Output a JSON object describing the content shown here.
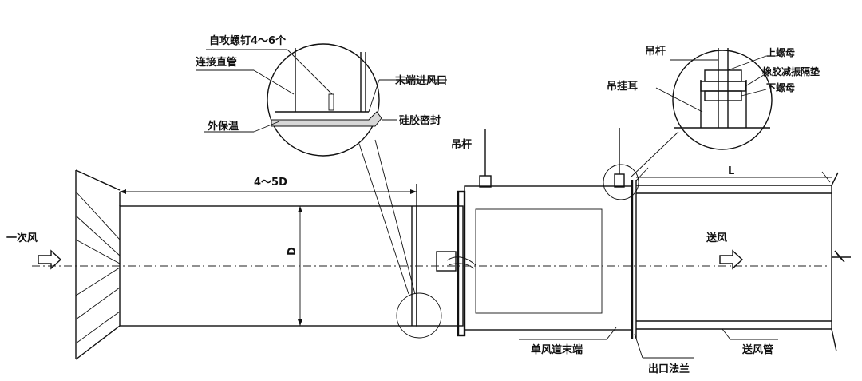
{
  "labels": {
    "screw": "自攻螺钉4～6个",
    "connect_pipe": "连接直管",
    "terminal_inlet": "末端进风口",
    "silicone_seal": "硅胶密封",
    "insulation": "外保温",
    "rod_left": "吊杆",
    "length": "4～5D",
    "diameter": "D",
    "primary_air": "一次风",
    "rod_right": "吊杆",
    "upper_nut": "上螺母",
    "rubber_pad": "橡胶减振隔垫",
    "hanger_lug": "吊挂耳",
    "lower_nut": "下螺母",
    "length_l": "L",
    "supply_air": "送风",
    "terminal_unit": "单风道末端",
    "outlet_flange": "出口法兰",
    "supply_duct": "送风管"
  }
}
